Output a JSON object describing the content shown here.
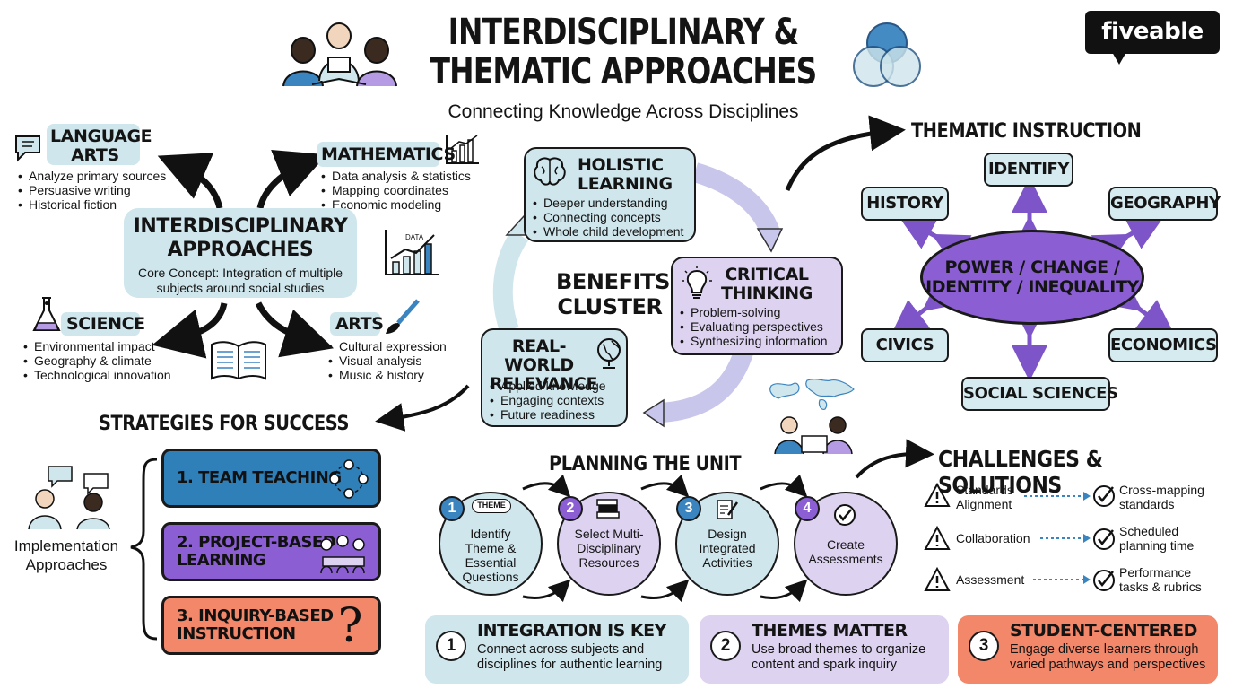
{
  "header": {
    "title_line1": "INTERDISCIPLINARY &",
    "title_line2": "THEMATIC APPROACHES",
    "subtitle": "Connecting Knowledge Across Disciplines",
    "brand": "fiveable"
  },
  "interdisciplinary": {
    "center": {
      "title_line1": "INTERDISCIPLINARY",
      "title_line2": "APPROACHES",
      "desc_line1": "Core Concept: Integration of multiple",
      "desc_line2": "subjects around social studies"
    },
    "language_arts": {
      "title_line1": "LANGUAGE",
      "title_line2": "ARTS",
      "items": [
        "Analyze primary sources",
        "Persuasive writing",
        "Historical fiction"
      ]
    },
    "mathematics": {
      "title": "MATHEMATICS",
      "items": [
        "Data analysis & statistics",
        "Mapping coordinates",
        "Economic modeling"
      ]
    },
    "science": {
      "title": "SCIENCE",
      "items": [
        "Environmental impact",
        "Geography & climate",
        "Technological innovation"
      ]
    },
    "arts": {
      "title": "ARTS",
      "items": [
        "Cultural expression",
        "Visual analysis",
        "Music & history"
      ]
    },
    "chart_icon_label": "DATA"
  },
  "benefits": {
    "cluster_line1": "BENEFITS",
    "cluster_line2": "CLUSTER",
    "holistic": {
      "title_line1": "HOLISTIC",
      "title_line2": "LEARNING",
      "items": [
        "Deeper understanding",
        "Connecting concepts",
        "Whole child development"
      ]
    },
    "critical": {
      "title_line1": "CRITICAL",
      "title_line2": "THINKING",
      "items": [
        "Problem-solving",
        "Evaluating perspectives",
        "Synthesizing information"
      ]
    },
    "realworld": {
      "title_line1": "REAL-WORLD",
      "title_line2": "RELEVANCE",
      "items": [
        "Applied knowledge",
        "Engaging contexts",
        "Future readiness"
      ]
    }
  },
  "thematic": {
    "title": "THEMATIC INSTRUCTION",
    "center_line1": "POWER / CHANGE /",
    "center_line2": "IDENTITY / INEQUALITY",
    "chips": {
      "identify": "IDENTIFY",
      "history": "HISTORY",
      "geography": "GEOGRAPHY",
      "civics": "CIVICS",
      "economics": "ECONOMICS",
      "social_sciences": "SOCIAL SCIENCES"
    }
  },
  "strategies": {
    "title": "STRATEGIES FOR SUCCESS",
    "implementation_line1": "Implementation",
    "implementation_line2": "Approaches",
    "items": [
      {
        "line1": "1. TEAM TEACHING",
        "line2": "",
        "color": "#2f80b9"
      },
      {
        "line1": "2. PROJECT-BASED",
        "line2": "LEARNING",
        "color": "#8b5fd3"
      },
      {
        "line1": "3. INQUIRY-BASED",
        "line2": "INSTRUCTION",
        "color": "#f2876a"
      }
    ]
  },
  "planning": {
    "title": "PLANNING THE UNIT",
    "steps": [
      {
        "num": "1",
        "tag": "THEME",
        "line1": "Identify",
        "line2": "Theme &",
        "line3": "Essential",
        "line4": "Questions",
        "color": "#cfe6ec"
      },
      {
        "num": "2",
        "line1": "Select Multi-",
        "line2": "Disciplinary",
        "line3": "Resources",
        "color": "#ddd3f1"
      },
      {
        "num": "3",
        "line1": "Design",
        "line2": "Integrated",
        "line3": "Activities",
        "color": "#cfe6ec"
      },
      {
        "num": "4",
        "line1": "Create",
        "line2": "Assessments",
        "color": "#ddd3f1"
      }
    ]
  },
  "challenges": {
    "title": "CHALLENGES & SOLUTIONS",
    "rows": [
      {
        "challenge_line1": "Standards",
        "challenge_line2": "Alignment",
        "solution_line1": "Cross-mapping",
        "solution_line2": "standards"
      },
      {
        "challenge_line1": "Collaboration",
        "challenge_line2": "",
        "solution_line1": "Scheduled",
        "solution_line2": "planning time"
      },
      {
        "challenge_line1": "Assessment",
        "challenge_line2": "",
        "solution_line1": "Performance",
        "solution_line2": "tasks & rubrics"
      }
    ]
  },
  "takeaways": [
    {
      "num": "1",
      "title": "INTEGRATION IS KEY",
      "line1": "Connect across subjects and",
      "line2": "disciplines for authentic learning",
      "color": "#cfe6ec"
    },
    {
      "num": "2",
      "title": "THEMES MATTER",
      "line1": "Use broad themes to organize",
      "line2": "content and spark inquiry",
      "color": "#ddd3f1"
    },
    {
      "num": "3",
      "title": "STUDENT-CENTERED",
      "line1": "Engage diverse learners through",
      "line2": "varied pathways and perspectives",
      "color": "#f2876a"
    }
  ],
  "colors": {
    "blue": "#cfe6ec",
    "purple": "#ddd3f1",
    "deep_purple": "#8b5fd3",
    "team_blue": "#2f80b9",
    "orange": "#f2876a",
    "venn_blue": "#3a84c0"
  }
}
